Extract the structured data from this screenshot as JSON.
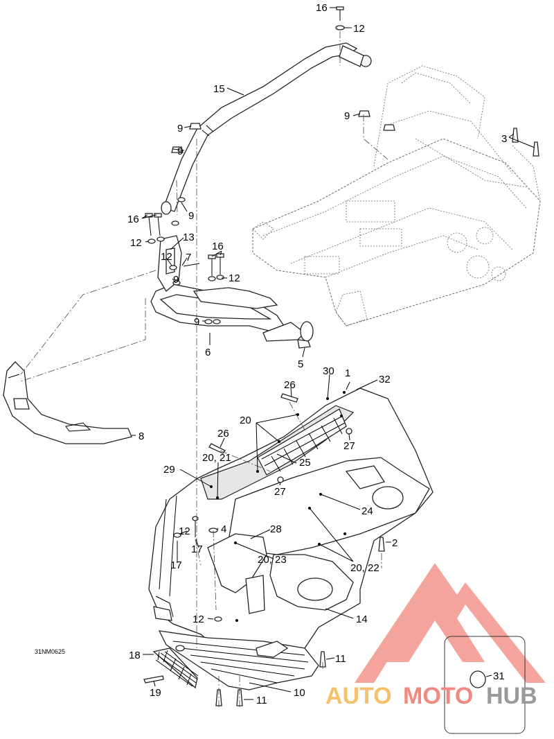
{
  "diagram": {
    "code": "31NM0625",
    "callouts": [
      {
        "id": "c16a",
        "text": "16"
      },
      {
        "id": "c12a",
        "text": "12"
      },
      {
        "id": "c15",
        "text": "15"
      },
      {
        "id": "c9a",
        "text": "9"
      },
      {
        "id": "c9b",
        "text": "9"
      },
      {
        "id": "c9c",
        "text": "9"
      },
      {
        "id": "c9d",
        "text": "9"
      },
      {
        "id": "c9e",
        "text": "9"
      },
      {
        "id": "c9f",
        "text": "9"
      },
      {
        "id": "c3",
        "text": "3"
      },
      {
        "id": "c16b",
        "text": "16"
      },
      {
        "id": "c12b",
        "text": "12"
      },
      {
        "id": "c13",
        "text": "13"
      },
      {
        "id": "c12c",
        "text": "12"
      },
      {
        "id": "c7",
        "text": "7"
      },
      {
        "id": "c16c",
        "text": "16"
      },
      {
        "id": "c12d",
        "text": "12"
      },
      {
        "id": "c6",
        "text": "6"
      },
      {
        "id": "c5",
        "text": "5"
      },
      {
        "id": "c8",
        "text": "8"
      },
      {
        "id": "c26a",
        "text": "26"
      },
      {
        "id": "c30",
        "text": "30"
      },
      {
        "id": "c1",
        "text": "1"
      },
      {
        "id": "c32",
        "text": "32"
      },
      {
        "id": "c20a",
        "text": "20"
      },
      {
        "id": "c26b",
        "text": "26"
      },
      {
        "id": "c27a",
        "text": "27"
      },
      {
        "id": "c2021",
        "text": "20, 21"
      },
      {
        "id": "c25",
        "text": "25"
      },
      {
        "id": "c29",
        "text": "29"
      },
      {
        "id": "c27b",
        "text": "27"
      },
      {
        "id": "c24",
        "text": "24"
      },
      {
        "id": "c12e",
        "text": "12"
      },
      {
        "id": "c4",
        "text": "4"
      },
      {
        "id": "c28",
        "text": "28"
      },
      {
        "id": "c17a",
        "text": "17"
      },
      {
        "id": "c2",
        "text": "2"
      },
      {
        "id": "c17b",
        "text": "17"
      },
      {
        "id": "c2023",
        "text": "20, 23"
      },
      {
        "id": "c2022",
        "text": "20, 22"
      },
      {
        "id": "c12f",
        "text": "12"
      },
      {
        "id": "c14",
        "text": "14"
      },
      {
        "id": "c18",
        "text": "18"
      },
      {
        "id": "c11a",
        "text": "11"
      },
      {
        "id": "c19",
        "text": "19"
      },
      {
        "id": "c10",
        "text": "10"
      },
      {
        "id": "c11b",
        "text": "11"
      },
      {
        "id": "c31",
        "text": "31"
      }
    ]
  },
  "watermark": {
    "text_a": "AUTO",
    "text_b": "MOTO",
    "text_c": "HUB",
    "color_a": "#f6c06a",
    "color_b": "#f08a80",
    "color_c": "#9a9a9a",
    "triangle_color": "#f3938c"
  }
}
